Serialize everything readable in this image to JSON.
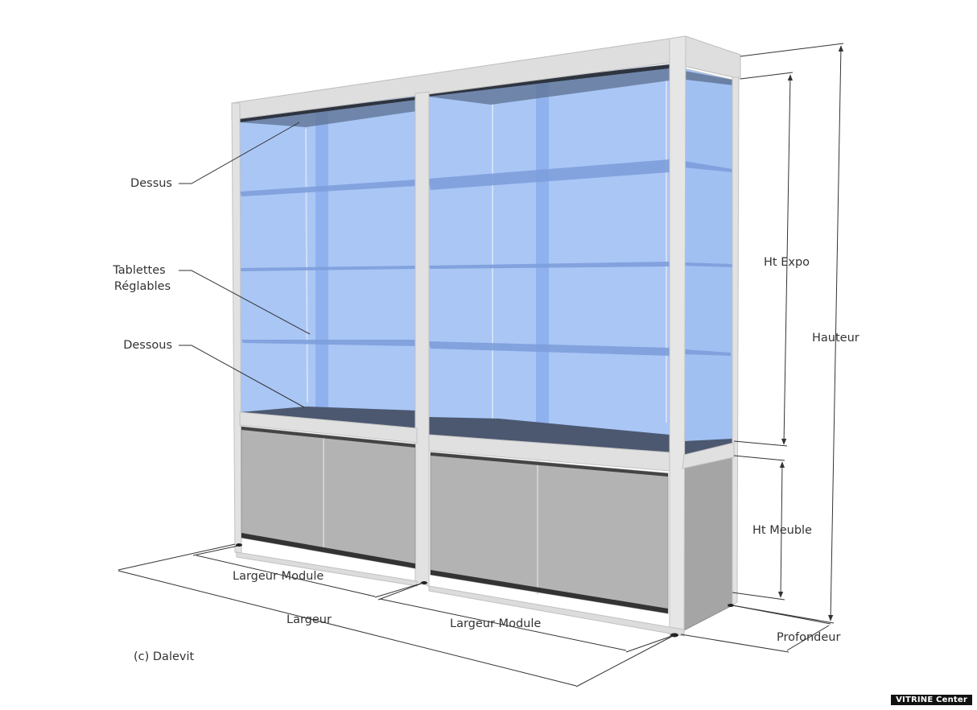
{
  "labels": {
    "dessus": "Dessus",
    "tablettes_line1": "Tablettes",
    "tablettes_line2": "Réglables",
    "dessous": "Dessous",
    "ht_expo": "Ht Expo",
    "hauteur": "Hauteur",
    "ht_meuble": "Ht Meuble",
    "profondeur": "Profondeur",
    "largeur_module_left": "Largeur Module",
    "largeur_module_right": "Largeur Module",
    "largeur": "Largeur",
    "copyright": "(c) Dalevit"
  },
  "badge": "VITRINE Center",
  "colors": {
    "glass": "#a9c6f5",
    "glass_dark": "#7fa6e8",
    "frame": "#dcdcdc",
    "cabinet": "#b2b2b2",
    "line": "#333333"
  }
}
